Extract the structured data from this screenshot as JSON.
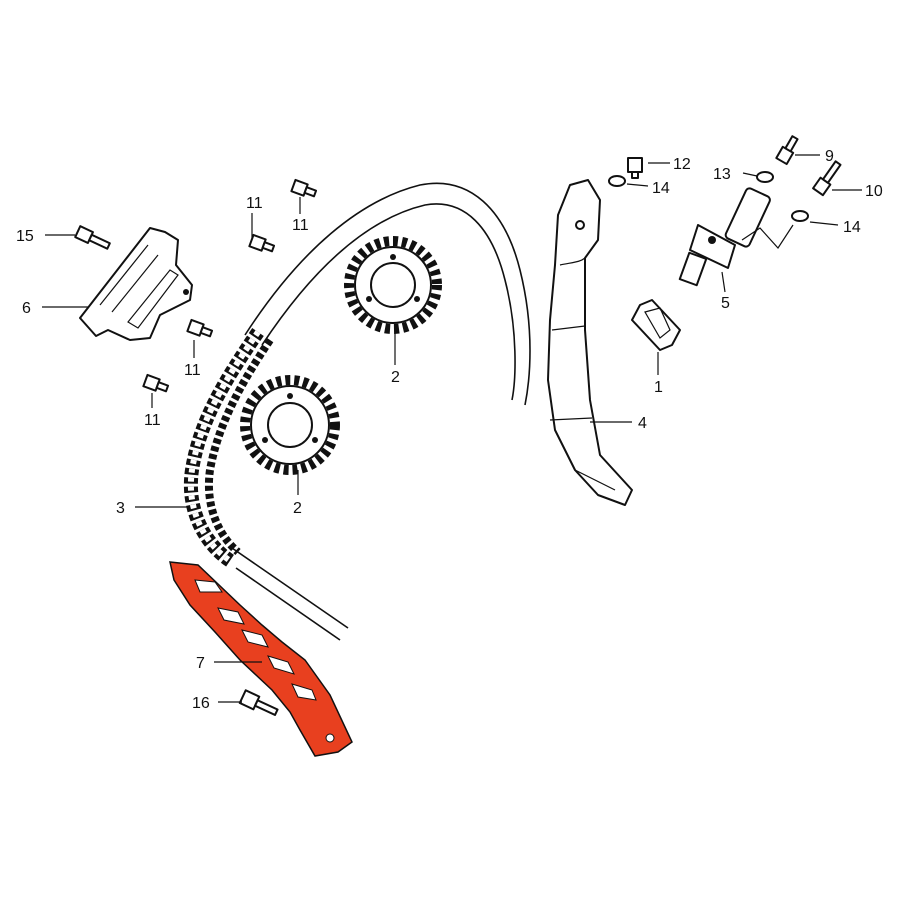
{
  "callouts": {
    "c1": "1",
    "c2a": "2",
    "c2b": "2",
    "c3": "3",
    "c4": "4",
    "c5": "5",
    "c6": "6",
    "c7": "7",
    "c9": "9",
    "c10": "10",
    "c11a": "11",
    "c11b": "11",
    "c11c": "11",
    "c11d": "11",
    "c12": "12",
    "c13": "13",
    "c14a": "14",
    "c14b": "14",
    "c15": "15",
    "c16": "16"
  },
  "colors": {
    "highlight": "#e8401f",
    "line": "#111111",
    "background": "#ffffff"
  }
}
